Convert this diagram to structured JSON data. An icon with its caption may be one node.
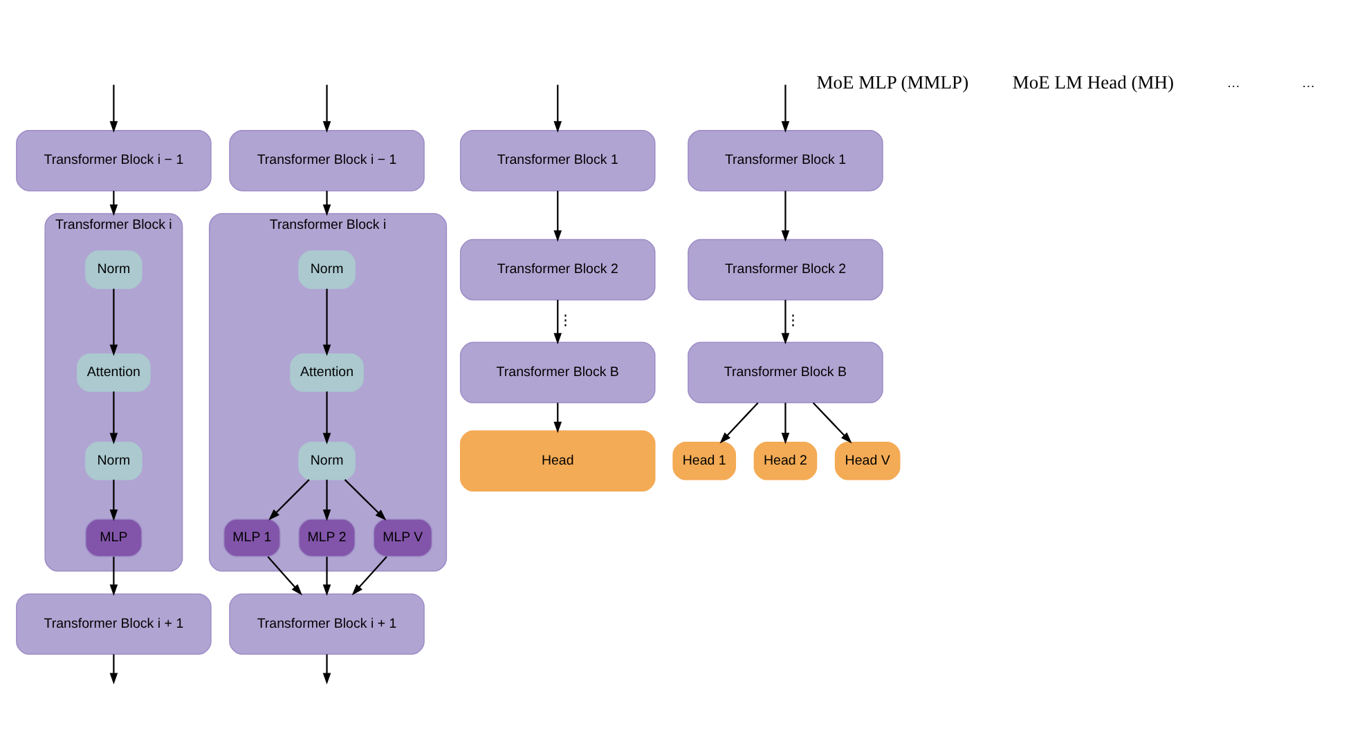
{
  "diagram": {
    "nodes": [
      {
        "text": [
          "Transformer Block i − 1"
        ]
      },
      {
        "text": [
          "Transformer Block i"
        ]
      },
      {
        "text": [
          "Norm"
        ],
        "in": 1
      },
      {
        "text": [
          "Attention"
        ],
        "in": 1
      },
      {
        "text": [
          "Norm"
        ],
        "in": 1
      },
      {
        "text": [
          "MLP"
        ],
        "in": 1
      },
      {
        "text": [
          "Transformer Block i + 1"
        ]
      },
      {
        "text": [
          "Transformer Block i − 1"
        ]
      },
      {
        "text": [
          "Transformer Block i"
        ]
      },
      {
        "text": [
          "Norm"
        ],
        "in": 8
      },
      {
        "text": [
          "Attention"
        ],
        "in": 8
      },
      {
        "text": [
          "Norm"
        ],
        "in": 8
      },
      {
        "text": [
          "MLP 1"
        ],
        "in": 8
      },
      {
        "text": [
          "MLP 2"
        ],
        "in": 8
      },
      {
        "text": [
          "MLP V"
        ],
        "in": 8
      },
      {
        "text": [
          "Transformer Block i + 1"
        ]
      },
      {
        "text": [
          "Transformer Block 1"
        ]
      },
      {
        "text": [
          "Transformer Block 2"
        ]
      },
      {
        "text": [
          "Transformer Block B"
        ]
      },
      {
        "text": [
          "Head"
        ]
      },
      {
        "text": [
          "Transformer Block 1"
        ]
      },
      {
        "text": [
          "Transformer Block 2"
        ]
      },
      {
        "text": [
          "Transformer Block B"
        ]
      },
      {
        "text": [
          "Head 1"
        ]
      },
      {
        "text": [
          "Head 2"
        ]
      },
      {
        "text": [
          "Head V"
        ]
      }
    ],
    "edges": [
      {
        "from": null,
        "to": 0,
        "arrow": "to"
      },
      {
        "from": 0,
        "to": 1,
        "arrow": "to"
      },
      {
        "from": 2,
        "to": 3,
        "arrow": "to"
      },
      {
        "from": 3,
        "to": 4,
        "arrow": "to"
      },
      {
        "from": 4,
        "to": 5,
        "arrow": "to"
      },
      {
        "from": 5,
        "to": 6,
        "arrow": "to"
      },
      {
        "from": 6,
        "to": null,
        "arrow": "to"
      },
      {
        "from": null,
        "to": 7,
        "arrow": "to"
      },
      {
        "from": 7,
        "to": 8,
        "arrow": "to"
      },
      {
        "from": 9,
        "to": 10,
        "arrow": "to"
      },
      {
        "from": 10,
        "to": 11,
        "arrow": "to"
      },
      {
        "from": 11,
        "to": 12,
        "arrow": "to"
      },
      {
        "from": 11,
        "to": 13,
        "arrow": "to"
      },
      {
        "from": 11,
        "to": 14,
        "arrow": "to"
      },
      {
        "from": 12,
        "to": 15,
        "arrow": "to"
      },
      {
        "from": 13,
        "to": 15,
        "arrow": "to"
      },
      {
        "from": 14,
        "to": 15,
        "arrow": "to"
      },
      {
        "from": 15,
        "to": null,
        "arrow": "to"
      },
      {
        "from": null,
        "to": 16,
        "arrow": "to"
      },
      {
        "from": 16,
        "to": 17,
        "arrow": "to"
      },
      {
        "from": 17,
        "to": 18,
        "arrow": "to",
        "label": "⋮"
      },
      {
        "from": 18,
        "to": 19,
        "arrow": "to"
      },
      {
        "from": null,
        "to": 20,
        "arrow": "to"
      },
      {
        "from": 20,
        "to": 21,
        "arrow": "to"
      },
      {
        "from": 21,
        "to": 22,
        "arrow": "to",
        "label": "⋮"
      },
      {
        "from": 22,
        "to": 23,
        "arrow": "to"
      },
      {
        "from": 22,
        "to": 24,
        "arrow": "to"
      },
      {
        "from": 22,
        "to": 25,
        "arrow": "to"
      }
    ],
    "labels": [
      "MoE MLP (MMLP)",
      "MoE LM Head (MH)",
      "…",
      "…"
    ]
  }
}
